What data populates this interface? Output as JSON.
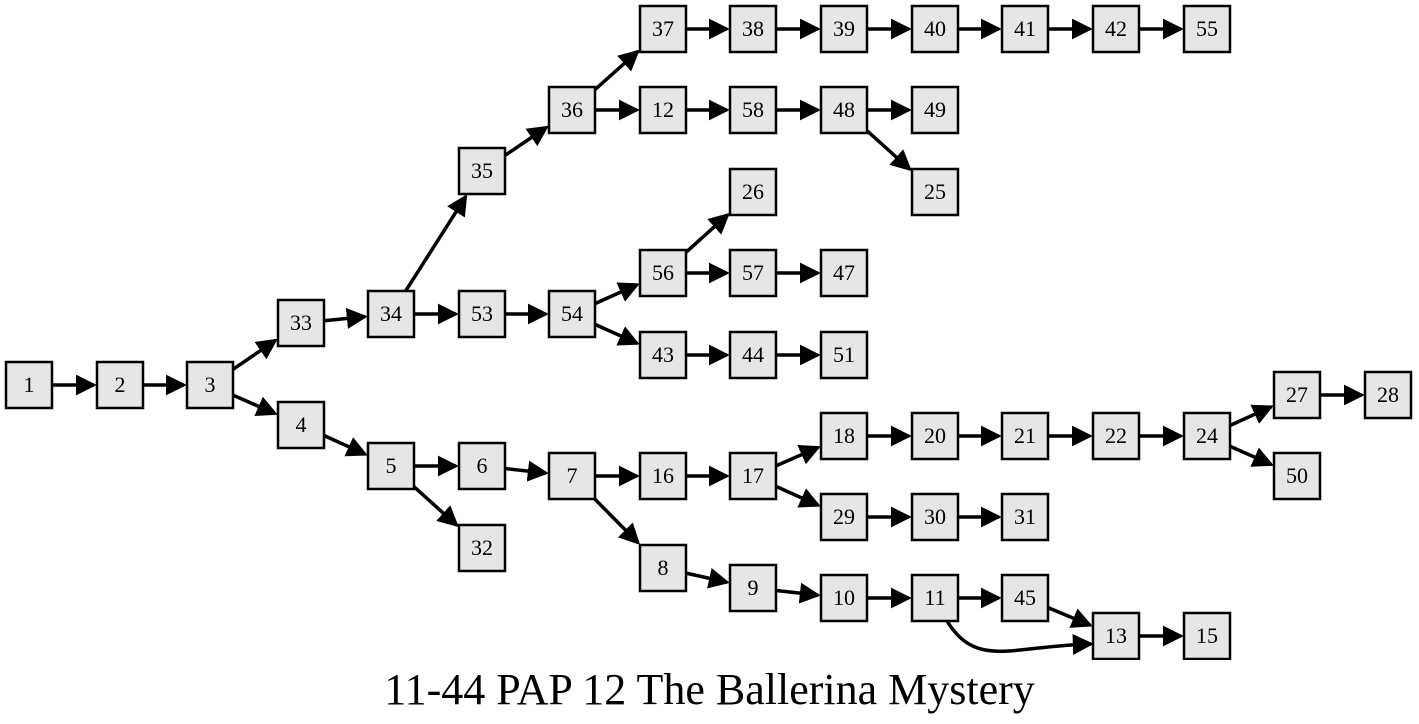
{
  "title": "11-44 PAP 12 The Ballerina Mystery",
  "colors": {
    "node_fill": "#e6e6e6",
    "node_stroke": "#000000",
    "edge": "#000000",
    "background": "#ffffff"
  },
  "nodes": [
    "1",
    "2",
    "3",
    "33",
    "4",
    "34",
    "5",
    "35",
    "53",
    "6",
    "32",
    "36",
    "54",
    "7",
    "37",
    "12",
    "56",
    "43",
    "16",
    "8",
    "38",
    "58",
    "26",
    "57",
    "44",
    "17",
    "9",
    "39",
    "48",
    "47",
    "51",
    "18",
    "29",
    "10",
    "40",
    "49",
    "25",
    "20",
    "30",
    "11",
    "41",
    "21",
    "31",
    "45",
    "42",
    "22",
    "13",
    "55",
    "24",
    "15",
    "27",
    "50",
    "28"
  ],
  "edges": [
    [
      "1",
      "2"
    ],
    [
      "2",
      "3"
    ],
    [
      "3",
      "33"
    ],
    [
      "3",
      "4"
    ],
    [
      "33",
      "34"
    ],
    [
      "34",
      "35"
    ],
    [
      "34",
      "53"
    ],
    [
      "35",
      "36"
    ],
    [
      "36",
      "37"
    ],
    [
      "36",
      "12"
    ],
    [
      "37",
      "38"
    ],
    [
      "38",
      "39"
    ],
    [
      "39",
      "40"
    ],
    [
      "40",
      "41"
    ],
    [
      "41",
      "42"
    ],
    [
      "42",
      "55"
    ],
    [
      "12",
      "58"
    ],
    [
      "58",
      "48"
    ],
    [
      "48",
      "49"
    ],
    [
      "48",
      "25"
    ],
    [
      "53",
      "54"
    ],
    [
      "54",
      "56"
    ],
    [
      "54",
      "43"
    ],
    [
      "56",
      "26"
    ],
    [
      "56",
      "57"
    ],
    [
      "57",
      "47"
    ],
    [
      "43",
      "44"
    ],
    [
      "44",
      "51"
    ],
    [
      "4",
      "5"
    ],
    [
      "5",
      "6"
    ],
    [
      "5",
      "32"
    ],
    [
      "6",
      "7"
    ],
    [
      "7",
      "16"
    ],
    [
      "7",
      "8"
    ],
    [
      "16",
      "17"
    ],
    [
      "17",
      "18"
    ],
    [
      "17",
      "29"
    ],
    [
      "18",
      "20"
    ],
    [
      "20",
      "21"
    ],
    [
      "21",
      "22"
    ],
    [
      "22",
      "24"
    ],
    [
      "24",
      "27"
    ],
    [
      "24",
      "50"
    ],
    [
      "27",
      "28"
    ],
    [
      "29",
      "30"
    ],
    [
      "30",
      "31"
    ],
    [
      "8",
      "9"
    ],
    [
      "9",
      "10"
    ],
    [
      "10",
      "11"
    ],
    [
      "11",
      "45"
    ],
    [
      "11",
      "13"
    ],
    [
      "45",
      "13"
    ],
    [
      "13",
      "15"
    ]
  ]
}
